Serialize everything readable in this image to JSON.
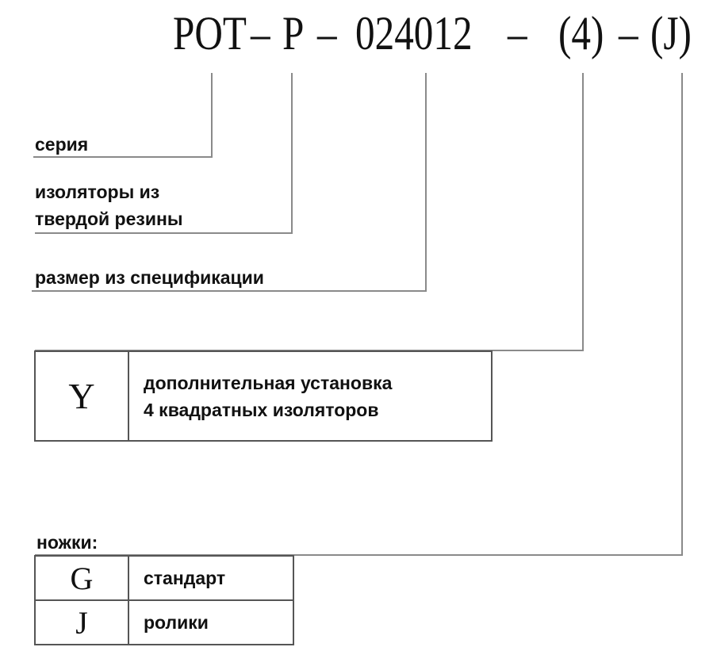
{
  "code": {
    "segments": [
      "POT",
      "–",
      "P",
      "–",
      "024012",
      "–",
      "(4)",
      "–",
      "(J)"
    ]
  },
  "labels": {
    "series": "серия",
    "insulators_line1": "изоляторы из",
    "insulators_line2": "твердой резины",
    "size": "размер из спецификации"
  },
  "option_table": {
    "letter": "Y",
    "desc_line1": "дополнительная установка",
    "desc_line2": "4 квадратных изоляторов"
  },
  "legs": {
    "title": "ножки:",
    "rows": [
      {
        "letter": "G",
        "desc": "стандарт"
      },
      {
        "letter": "J",
        "desc": "ролики"
      }
    ]
  },
  "colors": {
    "lines": "#8a8a8a",
    "text": "#111111",
    "borders": "#555555"
  }
}
